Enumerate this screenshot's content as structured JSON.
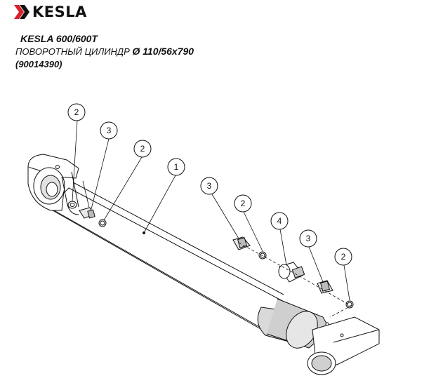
{
  "brand": {
    "name": "KESLA"
  },
  "header": {
    "model": "KESLA 600/600T",
    "description": "ПОВОРОТНЫЙ ЦИЛИНДР",
    "spec": "Ø 110/56x790",
    "part_number": "(90014390)"
  },
  "callouts": [
    {
      "label": "2",
      "part": "o-ring"
    },
    {
      "label": "3",
      "part": "fitting"
    },
    {
      "label": "2",
      "part": "o-ring"
    },
    {
      "label": "1",
      "part": "cylinder"
    },
    {
      "label": "3",
      "part": "fitting"
    },
    {
      "label": "2",
      "part": "o-ring"
    },
    {
      "label": "4",
      "part": "valve"
    },
    {
      "label": "3",
      "part": "fitting"
    },
    {
      "label": "2",
      "part": "o-ring"
    }
  ]
}
